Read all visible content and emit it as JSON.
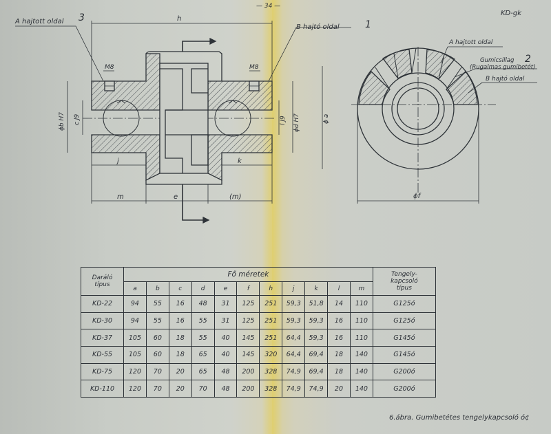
{
  "page": {
    "number": "— 34 —",
    "code": "KD-gk",
    "caption": "6.ábra. Gumibetétes tengelykapcsoló",
    "caption_tail": "ó¢"
  },
  "drawing": {
    "section_view": {
      "label_a": "A hajtott oldal",
      "label_a_num": "3",
      "label_b": "B hajtó oldal",
      "label_b_num": "1",
      "thread_left": "M8",
      "thread_right": "M8",
      "dim_h": "h",
      "dim_b": "ϕb H7",
      "dim_c": "c J9",
      "dim_l": "l J9",
      "dim_d": "ϕd H7",
      "dim_a": "ϕ a",
      "dim_j": "j",
      "dim_k": "k",
      "dim_m": "m",
      "dim_e": "e",
      "dim_m_paren": "(m)"
    },
    "end_view": {
      "label_a": "A hajtott oldal",
      "label_rubber": "Gumicsillag",
      "label_rubber_sub": "(Rugalmas gumibetét)",
      "label_rubber_num": "2",
      "label_b": "B hajtó oldal",
      "dim_f": "ϕf"
    }
  },
  "table": {
    "type_header": [
      "Daráló",
      "típus"
    ],
    "group_header": "Fő méretek",
    "coupling_header": [
      "Tengely-",
      "kapcsoló",
      "típus"
    ],
    "columns": [
      "a",
      "b",
      "c",
      "d",
      "e",
      "f",
      "h",
      "j",
      "k",
      "l",
      "m"
    ],
    "rows": [
      {
        "type": "KD-22",
        "values": [
          "94",
          "55",
          "16",
          "48",
          "31",
          "125",
          "251",
          "59,3",
          "51,8",
          "14",
          "110"
        ],
        "coupling": "G125ó"
      },
      {
        "type": "KD-30",
        "values": [
          "94",
          "55",
          "16",
          "55",
          "31",
          "125",
          "251",
          "59,3",
          "59,3",
          "16",
          "110"
        ],
        "coupling": "G125ó"
      },
      {
        "type": "KD-37",
        "values": [
          "105",
          "60",
          "18",
          "55",
          "40",
          "145",
          "251",
          "64,4",
          "59,3",
          "16",
          "110"
        ],
        "coupling": "G145ó"
      },
      {
        "type": "KD-55",
        "values": [
          "105",
          "60",
          "18",
          "65",
          "40",
          "145",
          "320",
          "64,4",
          "69,4",
          "18",
          "140"
        ],
        "coupling": "G145ó"
      },
      {
        "type": "KD-75",
        "values": [
          "120",
          "70",
          "20",
          "65",
          "48",
          "200",
          "328",
          "74,9",
          "69,4",
          "18",
          "140"
        ],
        "coupling": "G200ó"
      },
      {
        "type": "KD-110",
        "values": [
          "120",
          "70",
          "20",
          "70",
          "48",
          "200",
          "328",
          "74,9",
          "74,9",
          "20",
          "140"
        ],
        "coupling": "G200ó"
      }
    ]
  }
}
